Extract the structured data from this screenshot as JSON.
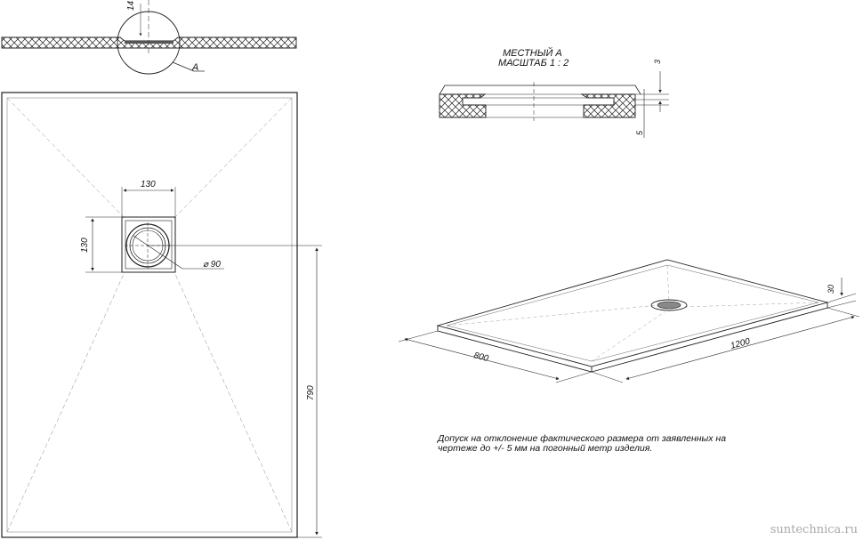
{
  "detail": {
    "title": "МЕСТНЫЙ А",
    "scale": "МАСШТАБ 1 : 2",
    "dim_top": "3",
    "dim_bottom": "5"
  },
  "section": {
    "depth_label": "14",
    "callout_label": "A"
  },
  "plan": {
    "drain_width": "130",
    "drain_height": "130",
    "drain_diameter": "⌀ 90",
    "drain_offset": "790"
  },
  "isometric": {
    "width_label": "800",
    "length_label": "1200",
    "height_label": "30"
  },
  "note": {
    "line1": "Допуск на отклонение фактического размера от заявленных на",
    "line2": "чертеже до +/- 5 мм на погонный метр изделия."
  },
  "watermark": "suntechnica.ru"
}
